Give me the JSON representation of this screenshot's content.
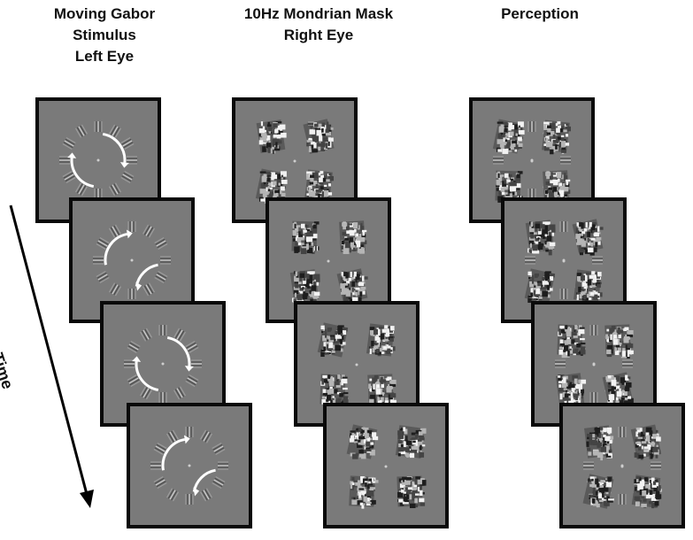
{
  "columns": {
    "left": {
      "lines": [
        "Moving Gabor",
        "Stimulus",
        "Left Eye"
      ]
    },
    "middle": {
      "lines": [
        "10Hz Mondrian Mask",
        "Right Eye"
      ]
    },
    "right": {
      "lines": [
        "Perception"
      ]
    }
  },
  "time_label": "Time",
  "colors": {
    "frame_bg": "#7a7a7a",
    "frame_border": "#0a0a0a",
    "arrow": "#ffffff"
  }
}
